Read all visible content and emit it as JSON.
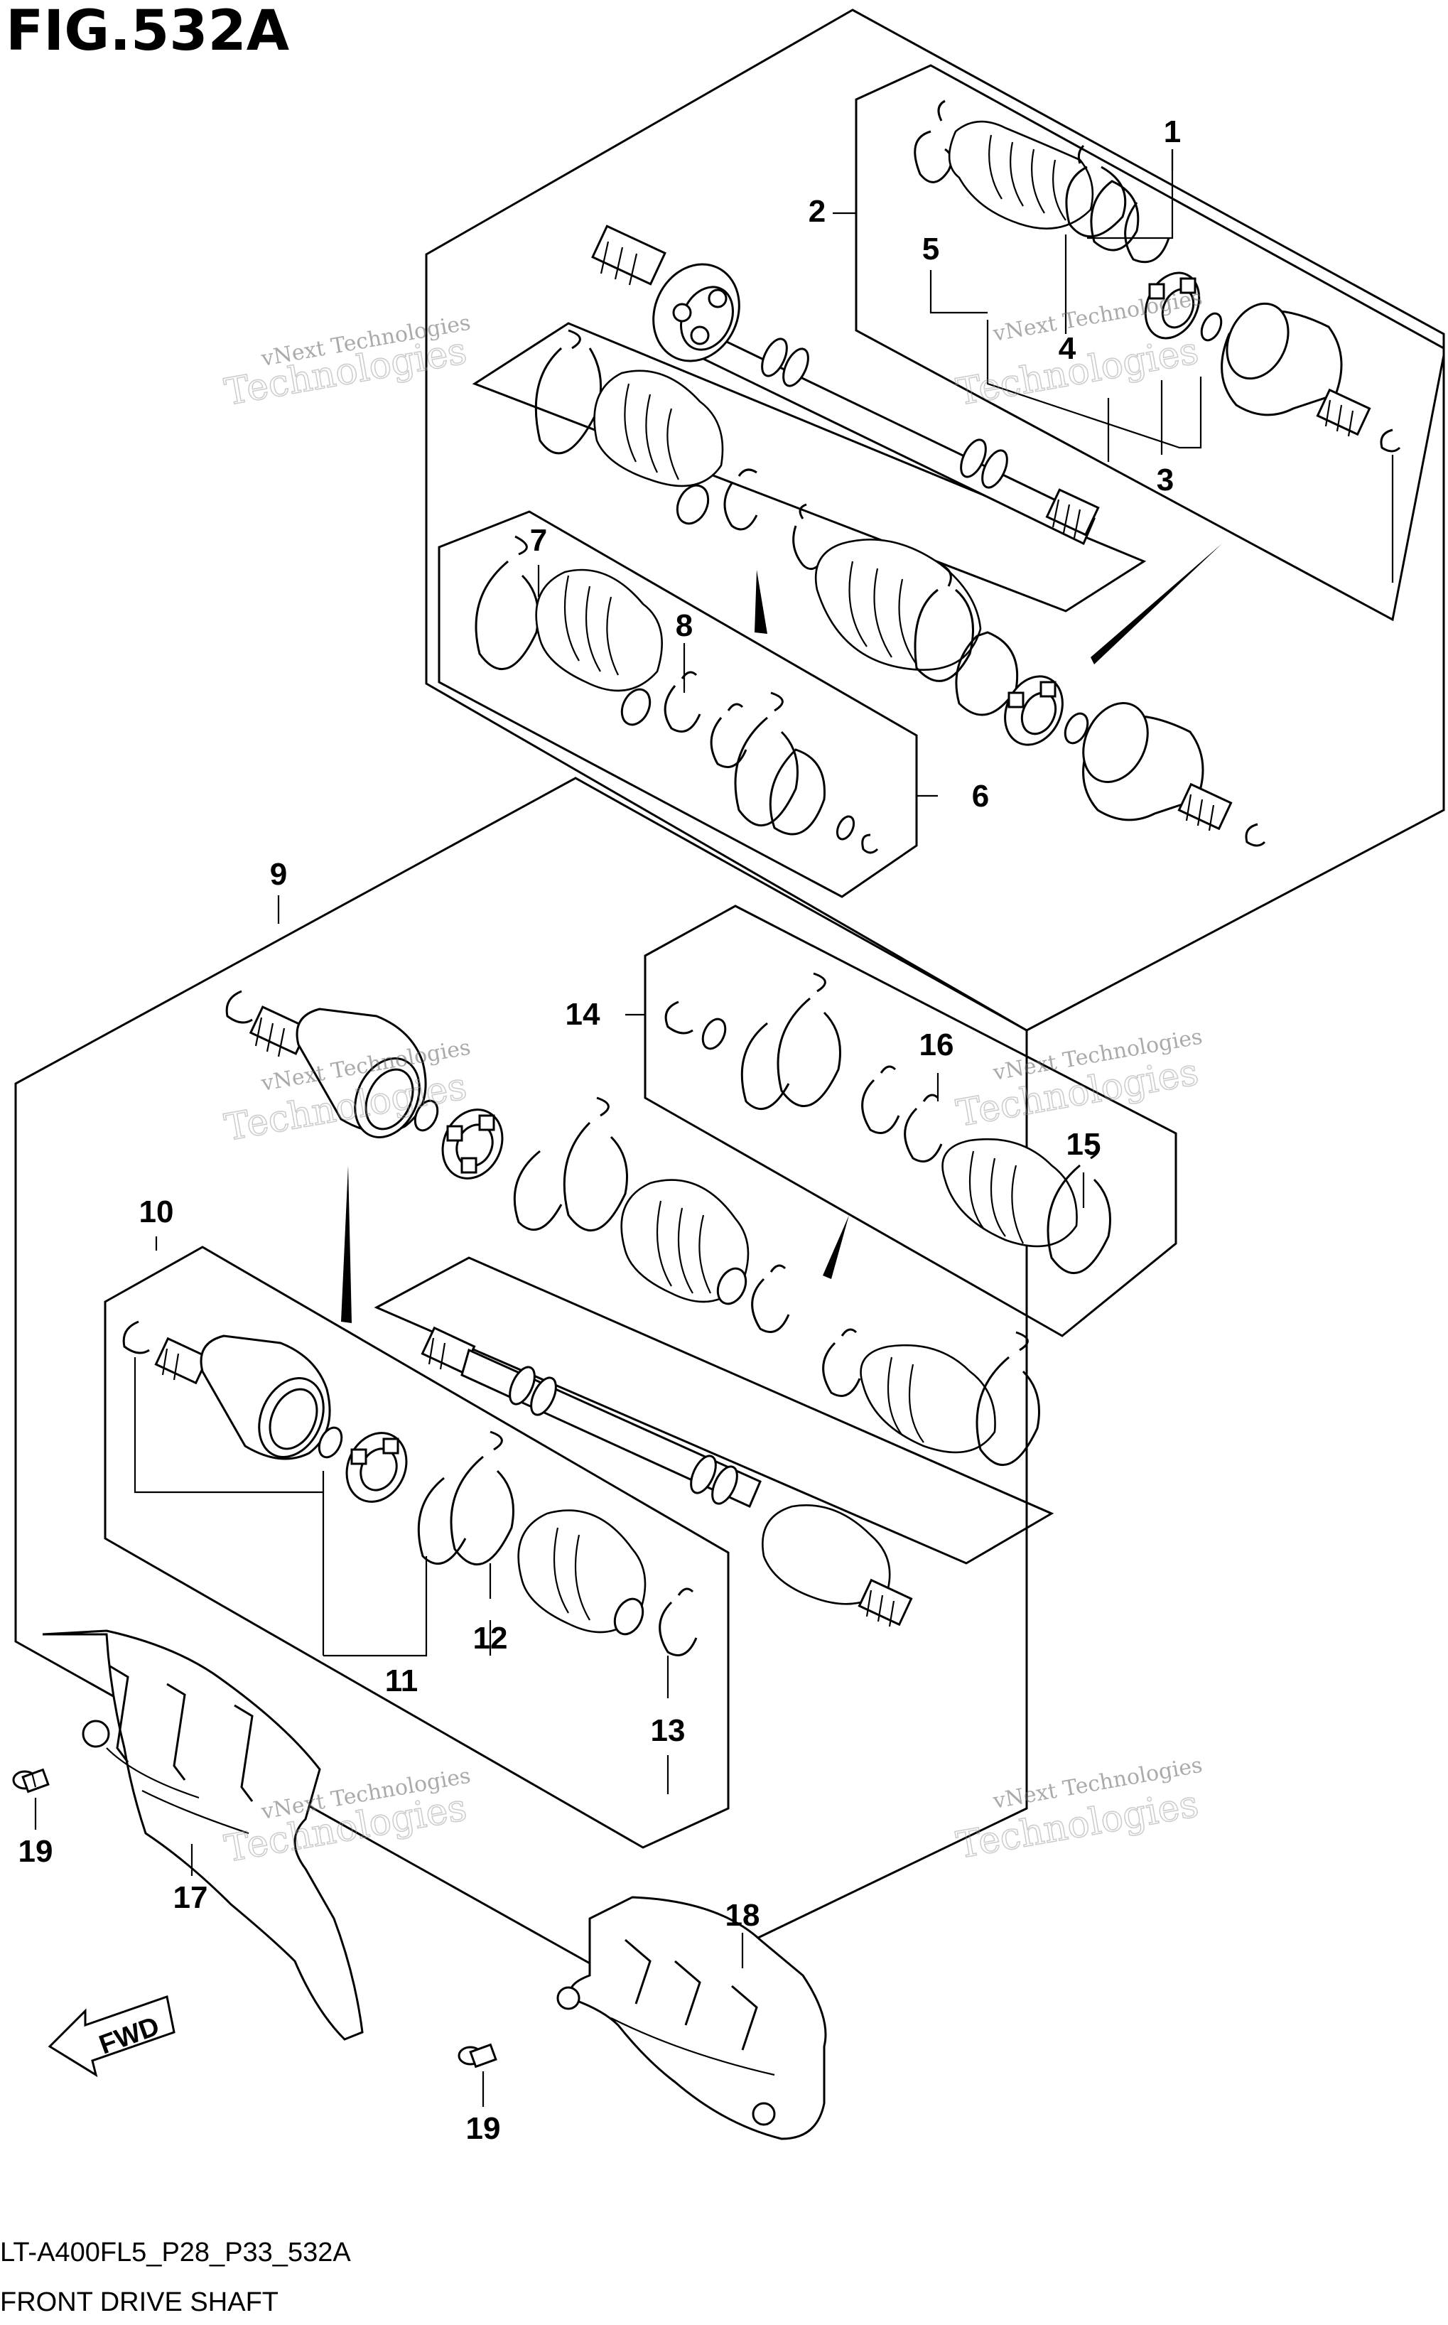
{
  "figure": {
    "title": "FIG.532A"
  },
  "footer": {
    "model_code": "LT-A400FL5_P28_P33_532A",
    "caption": "FRONT DRIVE SHAFT"
  },
  "watermark": {
    "line1": "vNext Technologies",
    "line2": "vNext",
    "line3": "Technologies"
  },
  "callouts": {
    "c1": "1",
    "c2": "2",
    "c3": "3",
    "c4": "4",
    "c5": "5",
    "c6": "6",
    "c7": "7",
    "c8": "8",
    "c9": "9",
    "c10": "10",
    "c11": "11",
    "c12": "12",
    "c13": "13",
    "c14": "14",
    "c15": "15",
    "c16": "16",
    "c17": "17",
    "c18": "18",
    "c19a": "19",
    "c19b": "19"
  },
  "fwd_arrow": {
    "label": "FWD"
  }
}
